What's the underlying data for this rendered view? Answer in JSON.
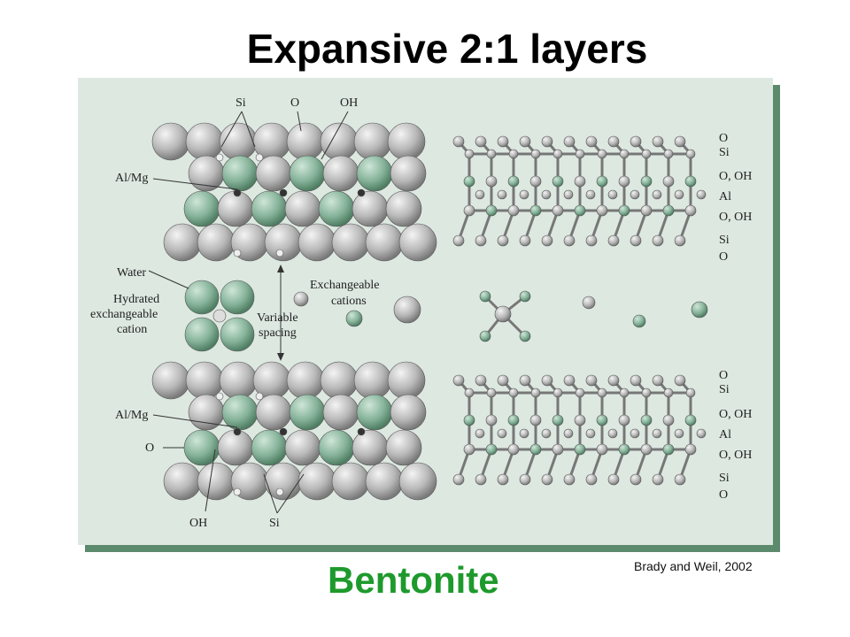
{
  "title": "Expansive 2:1 layers",
  "subtitle": "Bentonite",
  "credit": "Brady and Weil, 2002",
  "colors": {
    "panel_bg": "#dde8e1",
    "panel_shadow": "#5b8a6c",
    "subtitle": "#1e9a2c",
    "grey_atom": "#b8b8b8",
    "green_atom": "#86b39a"
  },
  "labels": {
    "si_top": "Si",
    "o_top": "O",
    "oh_top": "OH",
    "almg_top": "Al/Mg",
    "water": "Water",
    "hydrated": [
      "Hydrated",
      "exchangeable",
      "cation"
    ],
    "variable": [
      "Variable",
      "spacing"
    ],
    "exch": [
      "Exchangeable",
      "cations"
    ],
    "almg_bot": "Al/Mg",
    "o_bot": "O",
    "oh_bot": "OH",
    "si_bot": "Si",
    "right_top": [
      "O",
      "Si",
      "O, OH",
      "Al",
      "O, OH",
      "Si",
      "O"
    ],
    "right_bot": [
      "O",
      "Si",
      "O, OH",
      "Al",
      "O, OH",
      "Si",
      "O"
    ]
  }
}
